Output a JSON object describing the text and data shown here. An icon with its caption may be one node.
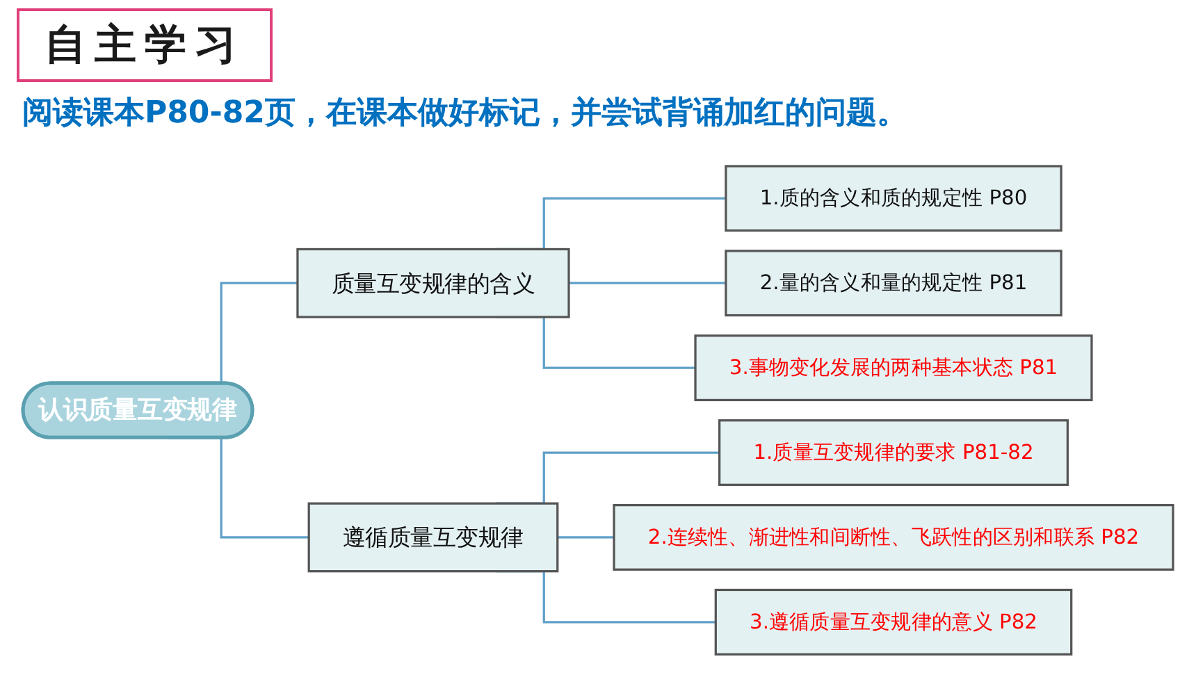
{
  "diagram": {
    "title": "自主学习",
    "nodes": [
      {
        "text": [
          "认识质量互变规律"
        ]
      },
      {
        "text": [
          "质量互变规律的含义"
        ]
      },
      {
        "text": [
          "遵循质量互变规律"
        ]
      },
      {
        "text": [
          "1.质的含义和质的规定性 P80"
        ]
      },
      {
        "text": [
          "2.量的含义和量的规定性 P81"
        ]
      },
      {
        "text": [
          "3.事物变化发展的两种基本状态 P81"
        ]
      },
      {
        "text": [
          "1.质量互变规律的要求 P81-82"
        ]
      },
      {
        "text": [
          "2.连续性、渐进性和间断性、飞跃性的区别和联系 P82"
        ]
      },
      {
        "text": [
          "3.遵循质量互变规律的意义 P82"
        ]
      }
    ],
    "edges": [
      {
        "from": 0,
        "to": 1,
        "arrow": "none"
      },
      {
        "from": 0,
        "to": 2,
        "arrow": "none"
      },
      {
        "from": 1,
        "to": 3,
        "arrow": "none"
      },
      {
        "from": 1,
        "to": 4,
        "arrow": "none"
      },
      {
        "from": 1,
        "to": 5,
        "arrow": "none"
      },
      {
        "from": 2,
        "to": 6,
        "arrow": "none"
      },
      {
        "from": 2,
        "to": 7,
        "arrow": "none"
      },
      {
        "from": 2,
        "to": 8,
        "arrow": "none"
      }
    ],
    "labels": [
      "阅读课本P80-82页，在课本做好标记，并尝试背诵加红的问题。"
    ]
  }
}
